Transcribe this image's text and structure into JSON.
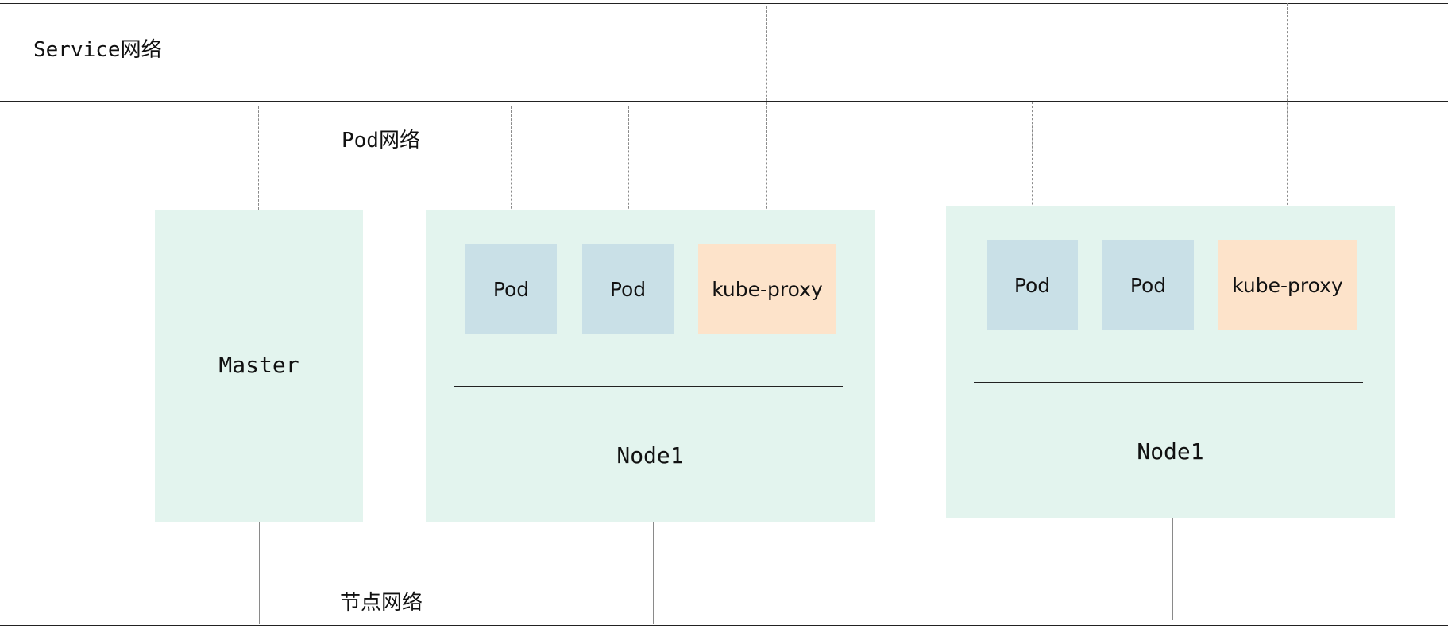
{
  "networks": {
    "service": "Service网络",
    "pod": "Pod网络",
    "node": "节点网络"
  },
  "master": {
    "label": "Master"
  },
  "nodes": [
    {
      "label": "Node1",
      "components": [
        "Pod",
        "Pod",
        "kube-proxy"
      ]
    },
    {
      "label": "Node1",
      "components": [
        "Pod",
        "Pod",
        "kube-proxy"
      ]
    }
  ],
  "colors": {
    "node_fill": "#e3f4ee",
    "pod_fill": "#c9e0e7",
    "proxy_fill": "#fde3ca"
  }
}
